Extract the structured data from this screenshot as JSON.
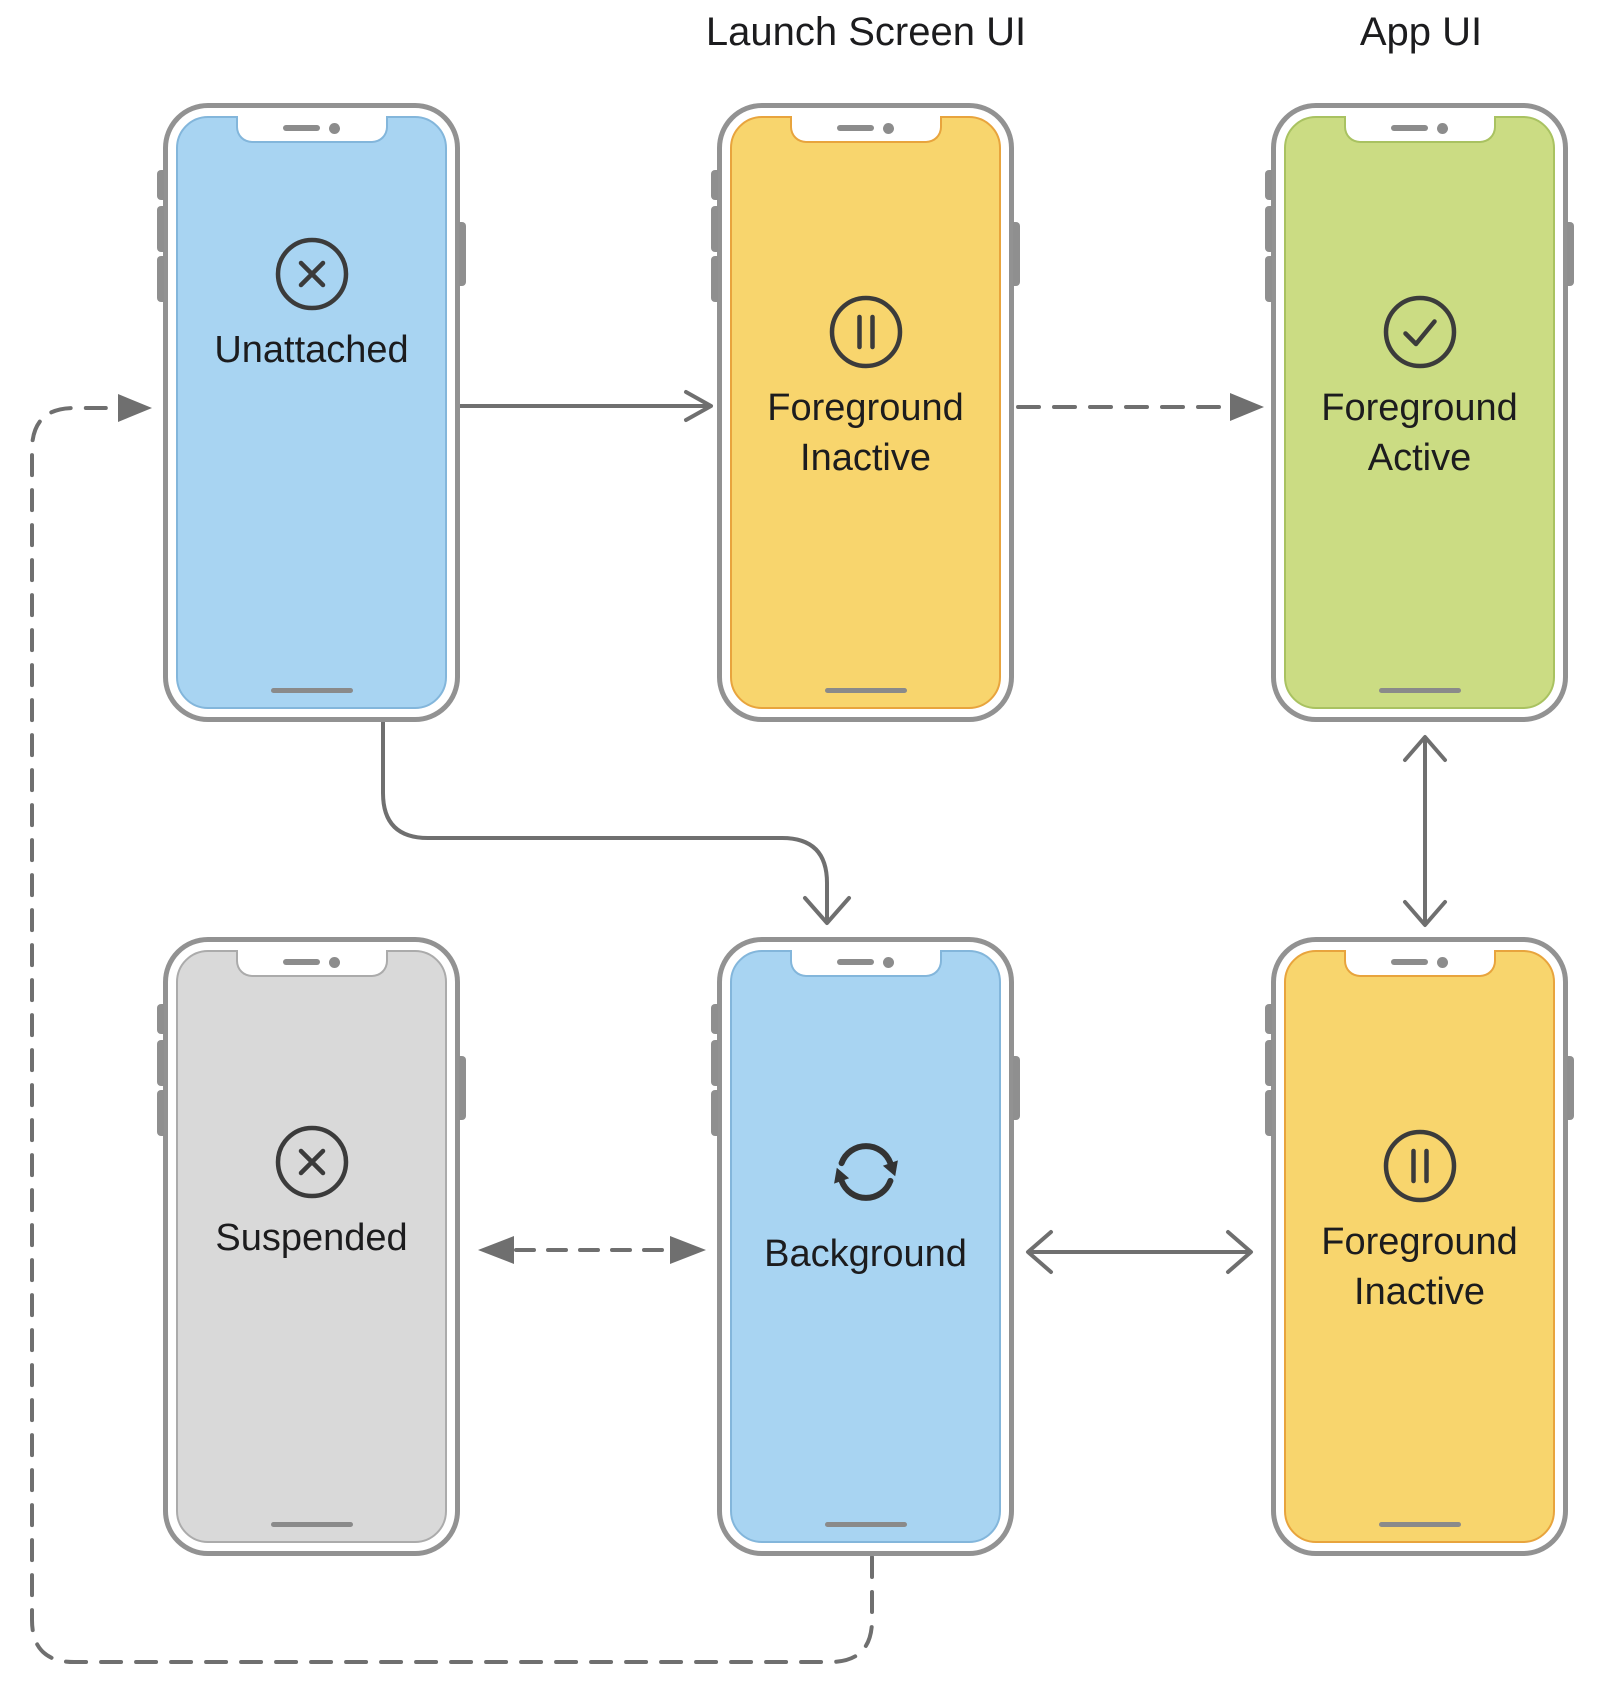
{
  "headers": {
    "launch_screen_ui": "Launch Screen UI",
    "app_ui": "App UI"
  },
  "nodes": [
    {
      "id": "unattached",
      "label": "Unattached",
      "icon": "x-circle-icon",
      "screen_color": "#A8D4F2",
      "border_color": "#83B6DB"
    },
    {
      "id": "foreground-inactive-launch",
      "label": "Foreground Inactive",
      "icon": "pause-circle-icon",
      "screen_color": "#F8D56D",
      "border_color": "#E8A43D"
    },
    {
      "id": "foreground-active",
      "label": "Foreground Active",
      "icon": "check-circle-icon",
      "screen_color": "#CBDC83",
      "border_color": "#A9C261"
    },
    {
      "id": "suspended",
      "label": "Suspended",
      "icon": "x-circle-icon",
      "screen_color": "#D9D9D9",
      "border_color": "#ABABAB"
    },
    {
      "id": "background",
      "label": "Background",
      "icon": "refresh-arrows-icon",
      "screen_color": "#A8D4F2",
      "border_color": "#83B6DB"
    },
    {
      "id": "foreground-inactive-app",
      "label": "Foreground Inactive",
      "icon": "pause-circle-icon",
      "screen_color": "#F8D56D",
      "border_color": "#E8A43D"
    }
  ],
  "edges": [
    {
      "from": "unattached",
      "to": "foreground-inactive-launch",
      "style": "solid",
      "direction": "one-way"
    },
    {
      "from": "foreground-inactive-launch",
      "to": "foreground-active",
      "style": "dashed",
      "direction": "one-way"
    },
    {
      "from": "unattached",
      "to": "background",
      "style": "solid",
      "direction": "one-way"
    },
    {
      "from": "foreground-active",
      "to": "foreground-inactive-app",
      "style": "solid",
      "direction": "two-way"
    },
    {
      "from": "background",
      "to": "foreground-inactive-app",
      "style": "solid",
      "direction": "two-way"
    },
    {
      "from": "suspended",
      "to": "background",
      "style": "dashed",
      "direction": "two-way"
    },
    {
      "from": "background",
      "to": "unattached",
      "style": "dashed",
      "direction": "one-way"
    }
  ],
  "colors": {
    "frame": "#929292",
    "arrow": "#6F6F6F",
    "icon_stroke": "#3B3B3B",
    "text": "#1C1C1E",
    "hardware_detail": "#8C8C8C"
  }
}
